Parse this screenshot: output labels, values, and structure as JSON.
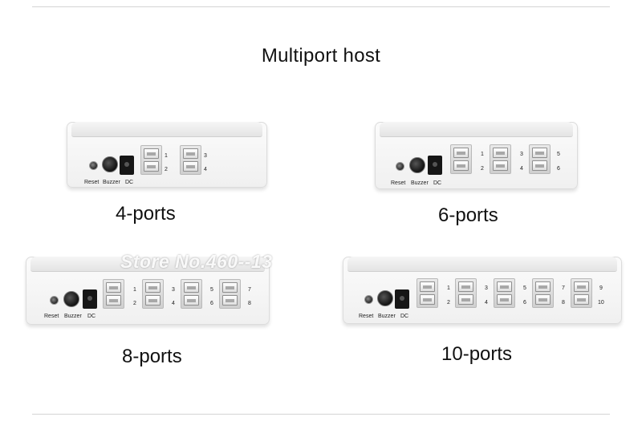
{
  "title": "Multiport host",
  "panel_labels": {
    "reset": "Reset",
    "buzzer": "Buzzer",
    "dc": "DC"
  },
  "watermark": "Store No.460--13",
  "devices": [
    {
      "caption": "4-ports",
      "port_numbers": [
        "1",
        "2",
        "3",
        "4"
      ]
    },
    {
      "caption": "6-ports",
      "port_numbers": [
        "1",
        "2",
        "3",
        "4",
        "5",
        "6"
      ]
    },
    {
      "caption": "8-ports",
      "port_numbers": [
        "1",
        "2",
        "3",
        "4",
        "5",
        "6",
        "7",
        "8"
      ]
    },
    {
      "caption": "10-ports",
      "port_numbers": [
        "1",
        "2",
        "3",
        "4",
        "5",
        "6",
        "7",
        "8",
        "9",
        "10"
      ]
    }
  ]
}
